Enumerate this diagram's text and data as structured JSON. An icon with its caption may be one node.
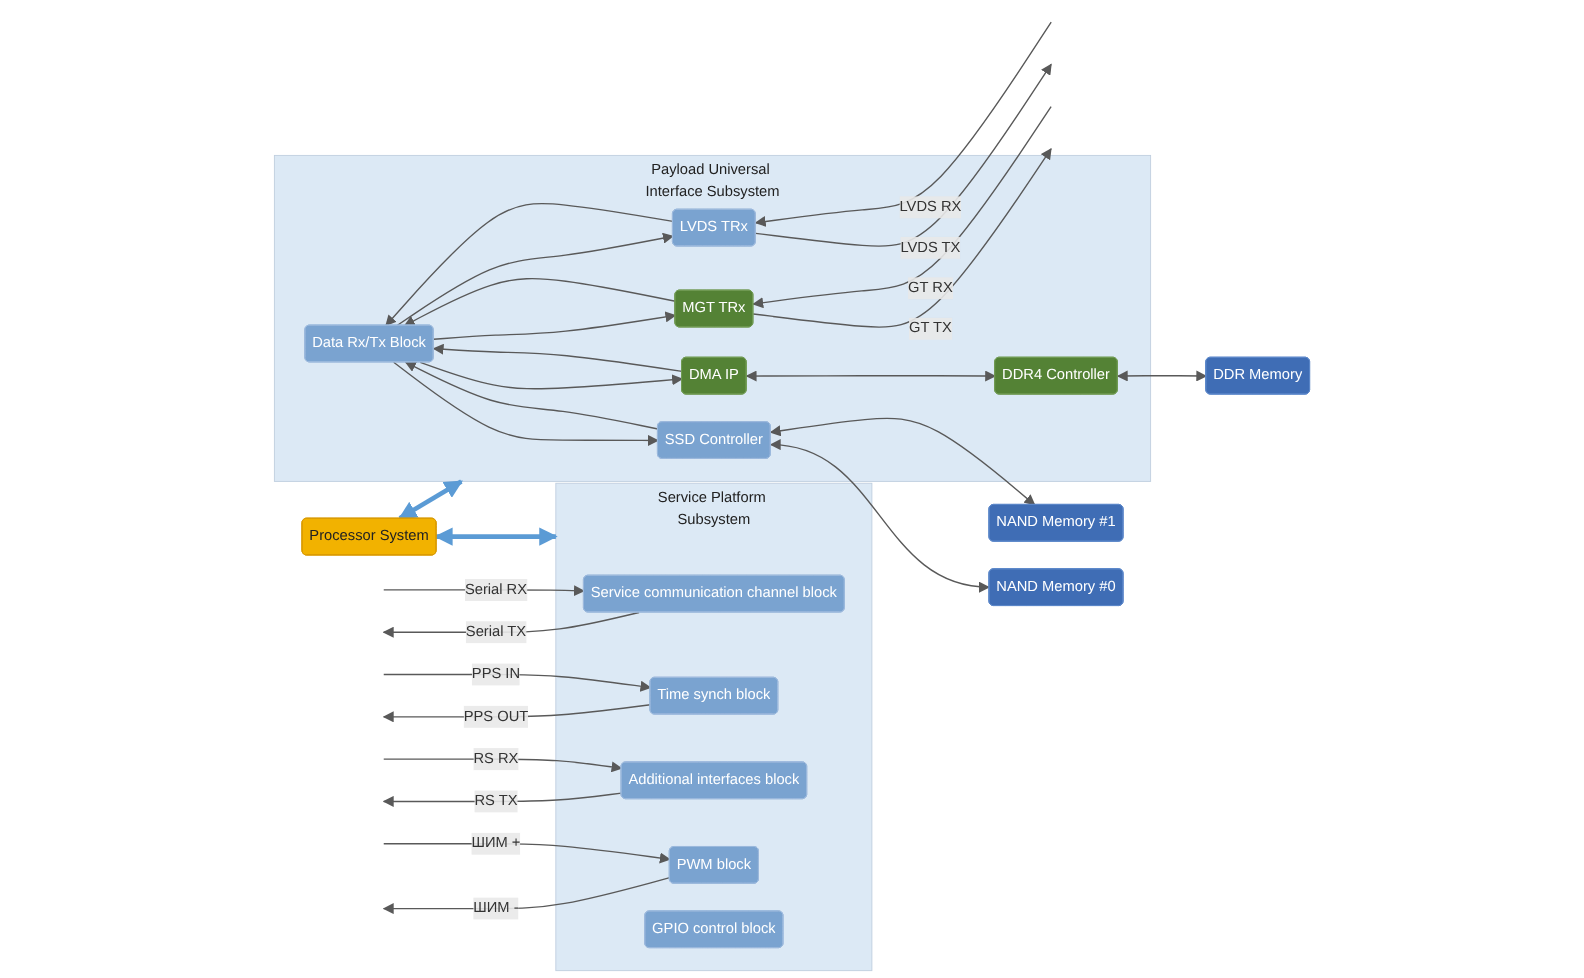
{
  "diagram": {
    "nodes": [
      {
        "text": [
          "Service Platform Subsystem"
        ]
      },
      {
        "text": [
          "Service communication channel block"
        ],
        "in": 0
      },
      {
        "text": [
          "Time synch block"
        ],
        "in": 0
      },
      {
        "text": [
          "Additional interfaces block"
        ],
        "in": 0
      },
      {
        "text": [
          "PWM block"
        ],
        "in": 0
      },
      {
        "text": [
          "GPIO control block"
        ],
        "in": 0
      },
      {
        "text": [
          "Payload Universal Interface Subsystem"
        ]
      },
      {
        "text": [
          "SSD Controller"
        ],
        "in": 6
      },
      {
        "text": [
          "DDR4 Controller"
        ],
        "in": 6
      },
      {
        "text": [
          "Data Rx/Tx Block"
        ],
        "in": 6
      },
      {
        "text": [
          "DMA IP"
        ],
        "in": 6
      },
      {
        "text": [
          "MGT TRx"
        ],
        "in": 6
      },
      {
        "text": [
          "LVDS TRx"
        ],
        "in": 6
      },
      {
        "text": [
          "NAND Memory #0"
        ]
      },
      {
        "text": [
          "NAND Memory #1"
        ]
      },
      {
        "text": [
          "DDR Memory"
        ]
      },
      {
        "text": [
          "Processor System"
        ]
      }
    ],
    "edges": [
      {
        "from": null,
        "to": 1,
        "arrow": "to",
        "label": "Serial RX"
      },
      {
        "from": 1,
        "to": null,
        "arrow": "to",
        "label": "Serial TX"
      },
      {
        "from": null,
        "to": 2,
        "arrow": "to",
        "label": "PPS IN"
      },
      {
        "from": 2,
        "to": null,
        "arrow": "to",
        "label": "PPS OUT"
      },
      {
        "from": null,
        "to": 3,
        "arrow": "to",
        "label": "RS RX"
      },
      {
        "from": 3,
        "to": null,
        "arrow": "to",
        "label": "RS TX"
      },
      {
        "from": null,
        "to": 4,
        "arrow": "to",
        "label": "ШИМ +"
      },
      {
        "from": 4,
        "to": null,
        "arrow": "to",
        "label": "ШИМ -"
      },
      {
        "from": 9,
        "to": 7,
        "arrow": "to"
      },
      {
        "from": 7,
        "to": 9,
        "arrow": "to"
      },
      {
        "from": 7,
        "to": 13,
        "arrow": "both"
      },
      {
        "from": 7,
        "to": 14,
        "arrow": "both"
      },
      {
        "from": 8,
        "to": 15,
        "arrow": "both"
      },
      {
        "from": 8,
        "to": 10,
        "arrow": "both"
      },
      {
        "from": 9,
        "to": 10,
        "arrow": "to"
      },
      {
        "from": 10,
        "to": 9,
        "arrow": "to"
      },
      {
        "from": 9,
        "to": 11,
        "arrow": "to"
      },
      {
        "from": 11,
        "to": 9,
        "arrow": "to"
      },
      {
        "from": 11,
        "to": null,
        "arrow": "to",
        "label": "GT TX"
      },
      {
        "from": null,
        "to": 11,
        "arrow": "to",
        "label": "GT RX"
      },
      {
        "from": 9,
        "to": 12,
        "arrow": "to"
      },
      {
        "from": 12,
        "to": 9,
        "arrow": "to"
      },
      {
        "from": 12,
        "to": null,
        "arrow": "to",
        "label": "LVDS TX"
      },
      {
        "from": null,
        "to": 12,
        "arrow": "to",
        "label": "LVDS RX"
      },
      {
        "from": 0,
        "to": 16,
        "arrow": "both",
        "style": "thick",
        "color": "#5b9bd5"
      },
      {
        "from": 6,
        "to": 16,
        "arrow": "both",
        "style": "thick",
        "color": "#5b9bd5"
      }
    ]
  }
}
